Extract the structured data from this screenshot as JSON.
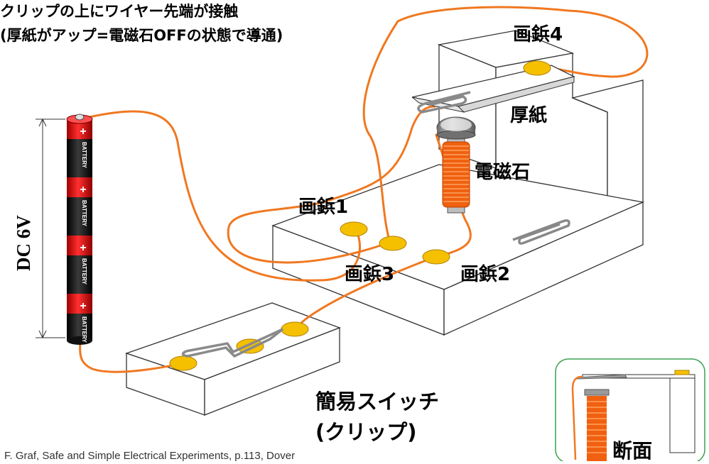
{
  "title": {
    "line1": "クリップの上にワイヤー先端が接触",
    "line2": "(厚紙がアップ=電磁石OFFの状態で導通)"
  },
  "labels": {
    "pin4": "画鋲4",
    "cardboard": "厚紙",
    "electromagnet": "電磁石",
    "pin1": "画鋲1",
    "pin3": "画鋲3",
    "pin2": "画鋲2",
    "switch_line1": "簡易スイッチ",
    "switch_line2": "(クリップ)",
    "section": "断面",
    "voltage": "DC 6V"
  },
  "battery": {
    "cell_label": "BATTERY",
    "plus": "+",
    "cells": 4
  },
  "credit": "F. Graf, Safe and Simple Electrical Experiments, p.113, Dover",
  "colors": {
    "wire": "#f07820",
    "pin": "#f5c000",
    "coil": "#f06010",
    "battery_red": "#e01010",
    "battery_black": "#111111",
    "inset_border": "#3aa050"
  }
}
